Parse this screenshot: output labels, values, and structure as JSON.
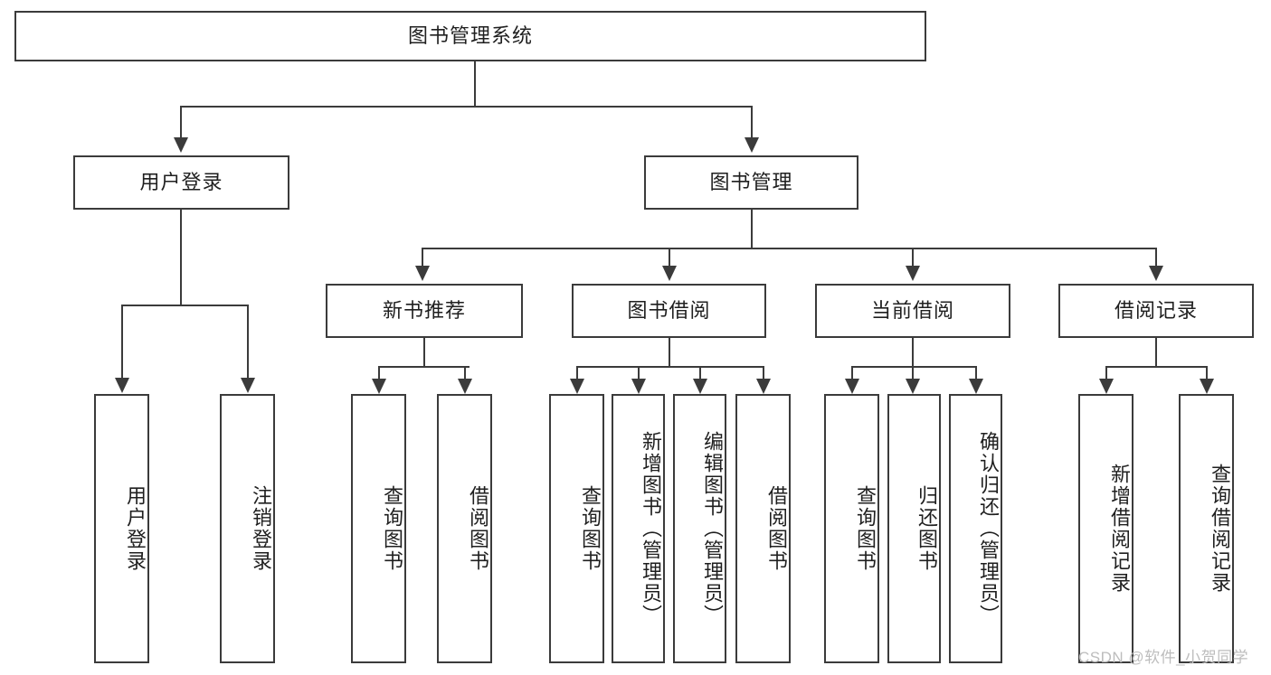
{
  "diagram": {
    "type": "tree-hierarchy-chart",
    "title": "图书管理系统",
    "root": {
      "label": "图书管理系统"
    },
    "level2": [
      {
        "id": "user-login",
        "label": "用户登录"
      },
      {
        "id": "book-manage",
        "label": "图书管理"
      }
    ],
    "level3": [
      {
        "id": "new-book-recommend",
        "label": "新书推荐"
      },
      {
        "id": "book-borrow",
        "label": "图书借阅"
      },
      {
        "id": "current-borrow",
        "label": "当前借阅"
      },
      {
        "id": "borrow-record",
        "label": "借阅记录"
      }
    ],
    "leaves": {
      "user_login": [
        {
          "id": "leaf-user-login",
          "label": "用户登录"
        },
        {
          "id": "leaf-logout-login",
          "label": "注销登录"
        }
      ],
      "new_book_recommend": [
        {
          "id": "leaf-query-book-1",
          "label": "查询图书"
        },
        {
          "id": "leaf-borrow-book-1",
          "label": "借阅图书"
        }
      ],
      "book_borrow": [
        {
          "id": "leaf-query-book-2",
          "label": "查询图书"
        },
        {
          "id": "leaf-add-book",
          "label": "新增图书（管理员）"
        },
        {
          "id": "leaf-edit-book",
          "label": "编辑图书（管理员）"
        },
        {
          "id": "leaf-borrow-book-2",
          "label": "借阅图书"
        }
      ],
      "current_borrow": [
        {
          "id": "leaf-query-book-3",
          "label": "查询图书"
        },
        {
          "id": "leaf-return-book",
          "label": "归还图书"
        },
        {
          "id": "leaf-confirm-return",
          "label": "确认归还（管理员）"
        }
      ],
      "borrow_record": [
        {
          "id": "leaf-add-borrow-record",
          "label": "新增借阅记录"
        },
        {
          "id": "leaf-query-borrow-record",
          "label": "查询借阅记录"
        }
      ]
    },
    "watermark": "CSDN @软件_小贺同学",
    "colors": {
      "stroke": "#3b3b3b",
      "text": "#1f1f1f",
      "background": "#ffffff",
      "watermark": "#bdbdbd"
    }
  }
}
